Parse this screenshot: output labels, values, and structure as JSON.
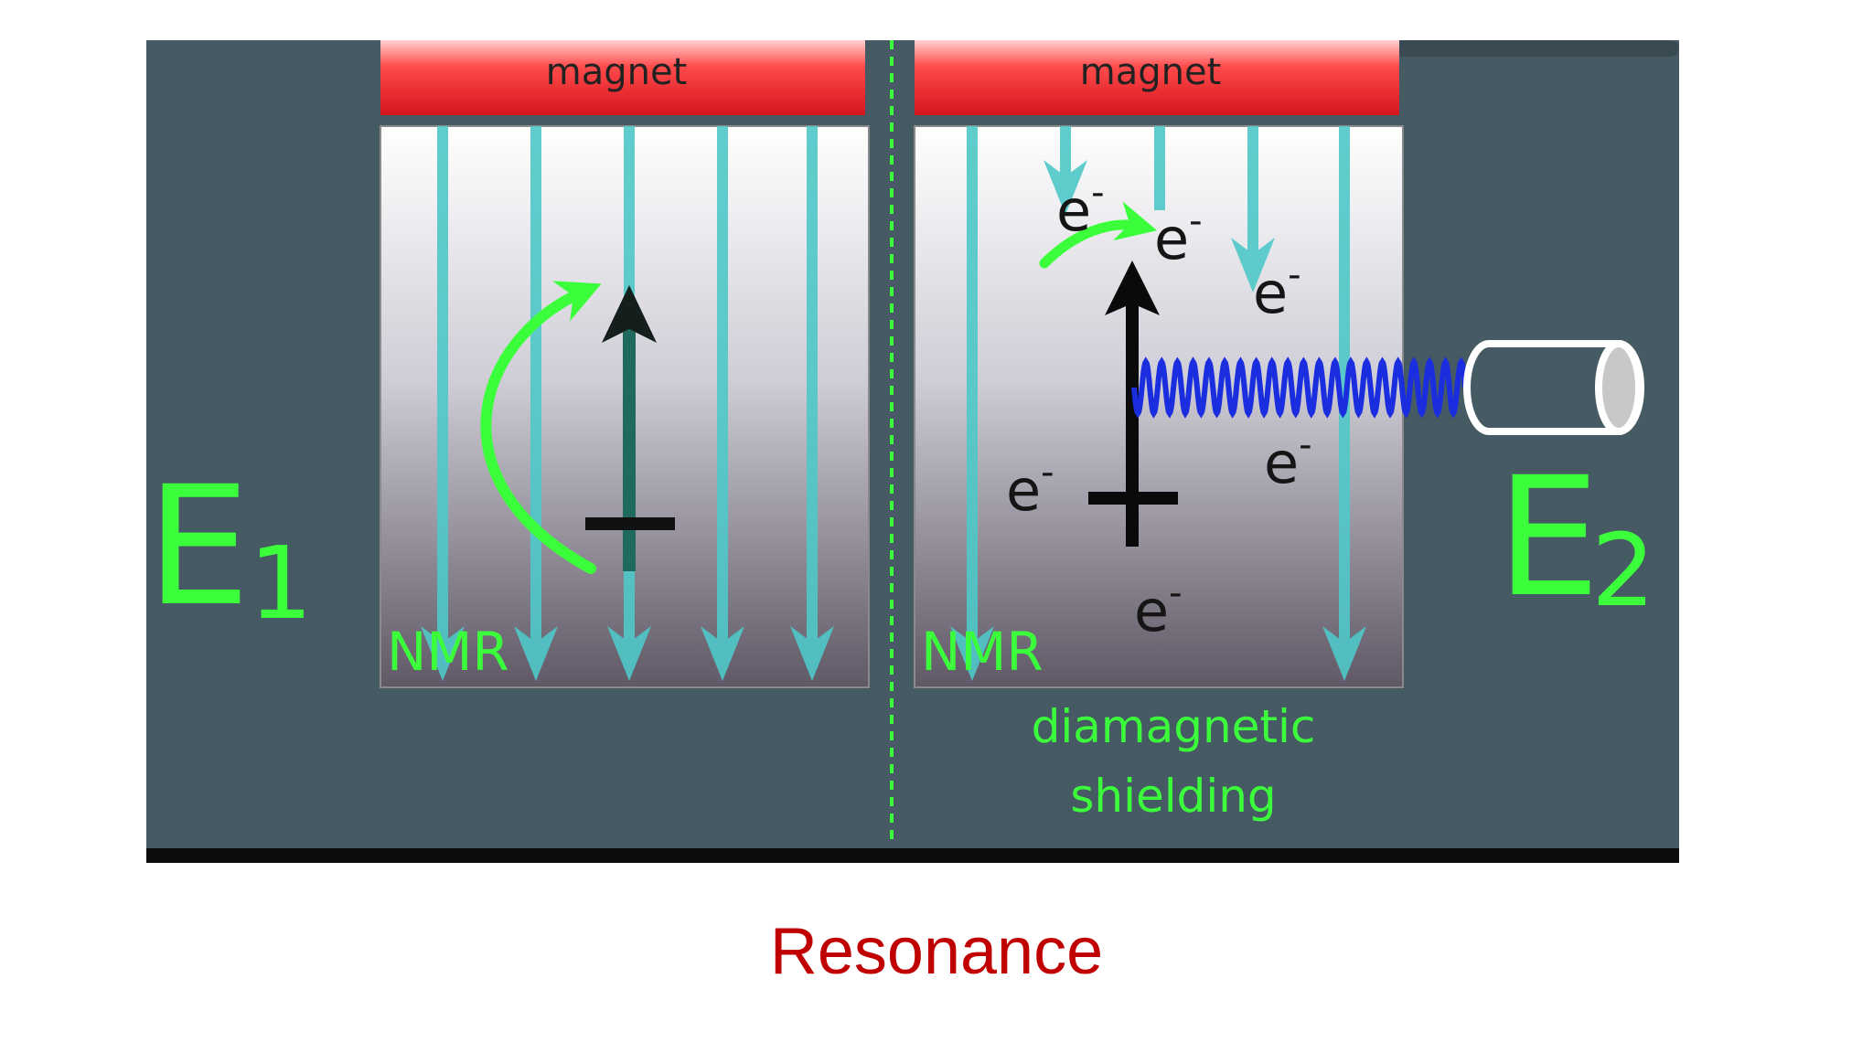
{
  "left_panel": {
    "energy_letter": "E",
    "energy_index": "1",
    "magnet_label": "magnet",
    "nmr_label": "NMR"
  },
  "right_panel": {
    "energy_letter": "E",
    "energy_index": "2",
    "magnet_label": "magnet",
    "nmr_label": "NMR",
    "electron_symbol": "e",
    "electron_charge": "-",
    "shielding_line1": "diamagnetic",
    "shielding_line2": "shielding"
  },
  "caption": "Resonance",
  "colors": {
    "background": "#465a64",
    "accent_green": "#3cff3c",
    "field_line": "#4fc8c8",
    "magnet_red": "#e8202a",
    "wave_blue": "#1a2ee0",
    "caption_red": "#c00000"
  }
}
